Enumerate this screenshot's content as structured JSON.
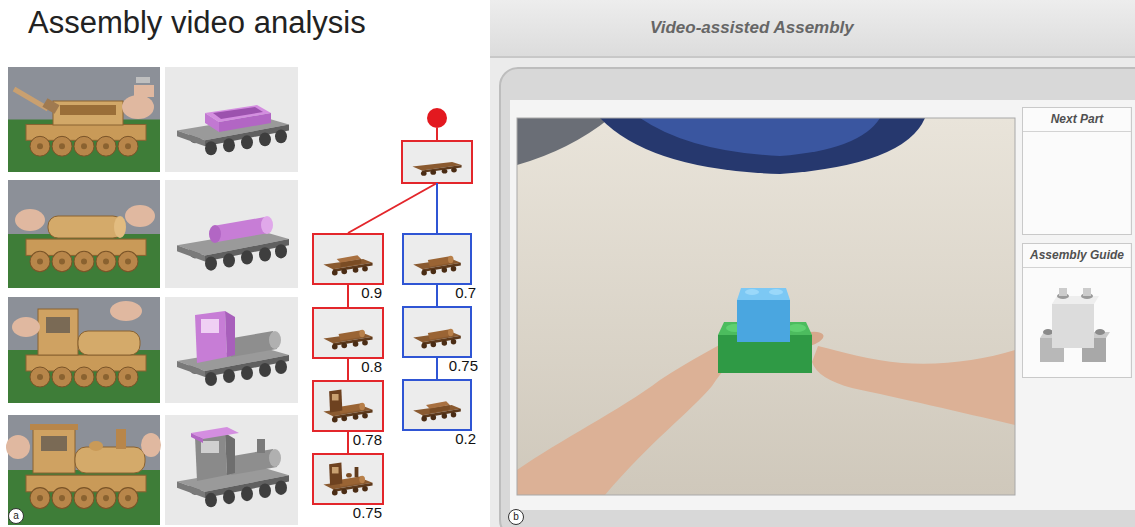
{
  "diagram": {
    "title": "Assembly video analysis",
    "nodes": [
      {
        "text": [
          "0.9"
        ]
      },
      {
        "text": [
          "0.8"
        ]
      },
      {
        "text": [
          "0.78"
        ]
      },
      {
        "text": [
          "0.75"
        ]
      },
      {
        "text": [
          "0.7"
        ]
      },
      {
        "text": [
          "0.75"
        ]
      },
      {
        "text": [
          "0.2"
        ]
      },
      {
        "text": [
          "Next Part"
        ]
      },
      {
        "text": [
          "Assembly Guide"
        ]
      }
    ],
    "edges": [
      {
        "from": 0,
        "to": 1,
        "arrow": "none"
      },
      {
        "from": 1,
        "to": 2,
        "arrow": "none"
      },
      {
        "from": 2,
        "to": 3,
        "arrow": "none"
      },
      {
        "from": 4,
        "to": 5,
        "arrow": "none"
      },
      {
        "from": 5,
        "to": 6,
        "arrow": "none"
      }
    ],
    "labels": [
      "a",
      "b",
      "Video-assisted Assembly"
    ]
  }
}
